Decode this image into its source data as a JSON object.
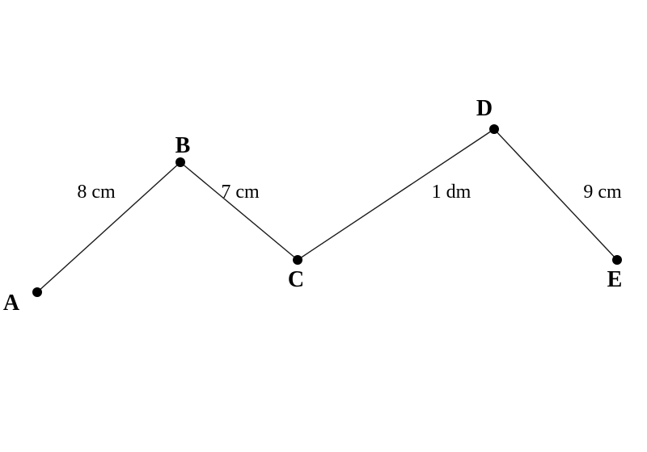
{
  "points": [
    {
      "id": "A",
      "label": "A"
    },
    {
      "id": "B",
      "label": "B"
    },
    {
      "id": "C",
      "label": "C"
    },
    {
      "id": "D",
      "label": "D"
    },
    {
      "id": "E",
      "label": "E"
    }
  ],
  "segments": [
    {
      "from": "A",
      "to": "B",
      "length": "8 cm"
    },
    {
      "from": "B",
      "to": "C",
      "length": "7 cm"
    },
    {
      "from": "C",
      "to": "D",
      "length": "1 dm"
    },
    {
      "from": "D",
      "to": "E",
      "length": "9 cm"
    }
  ]
}
